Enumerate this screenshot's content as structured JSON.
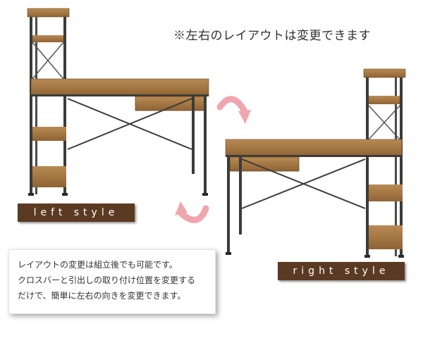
{
  "heading": "※左右のレイアウトは変更できます",
  "left_label": "left style",
  "right_label": "right style",
  "note": [
    "レイアウトの変更は組立後でも可能です。",
    "クロスバーと引出しの取り付け位置を変更する",
    "だけで、簡単に左右の向きを変更できます。"
  ],
  "colors": {
    "wood": "#a77b46",
    "frame": "#3b3b3b",
    "label_bg": "#5b3a23",
    "arrow": "#f1a5ad"
  },
  "icons": [
    "rotate-arrow-icon",
    "rotate-arrow-icon"
  ]
}
